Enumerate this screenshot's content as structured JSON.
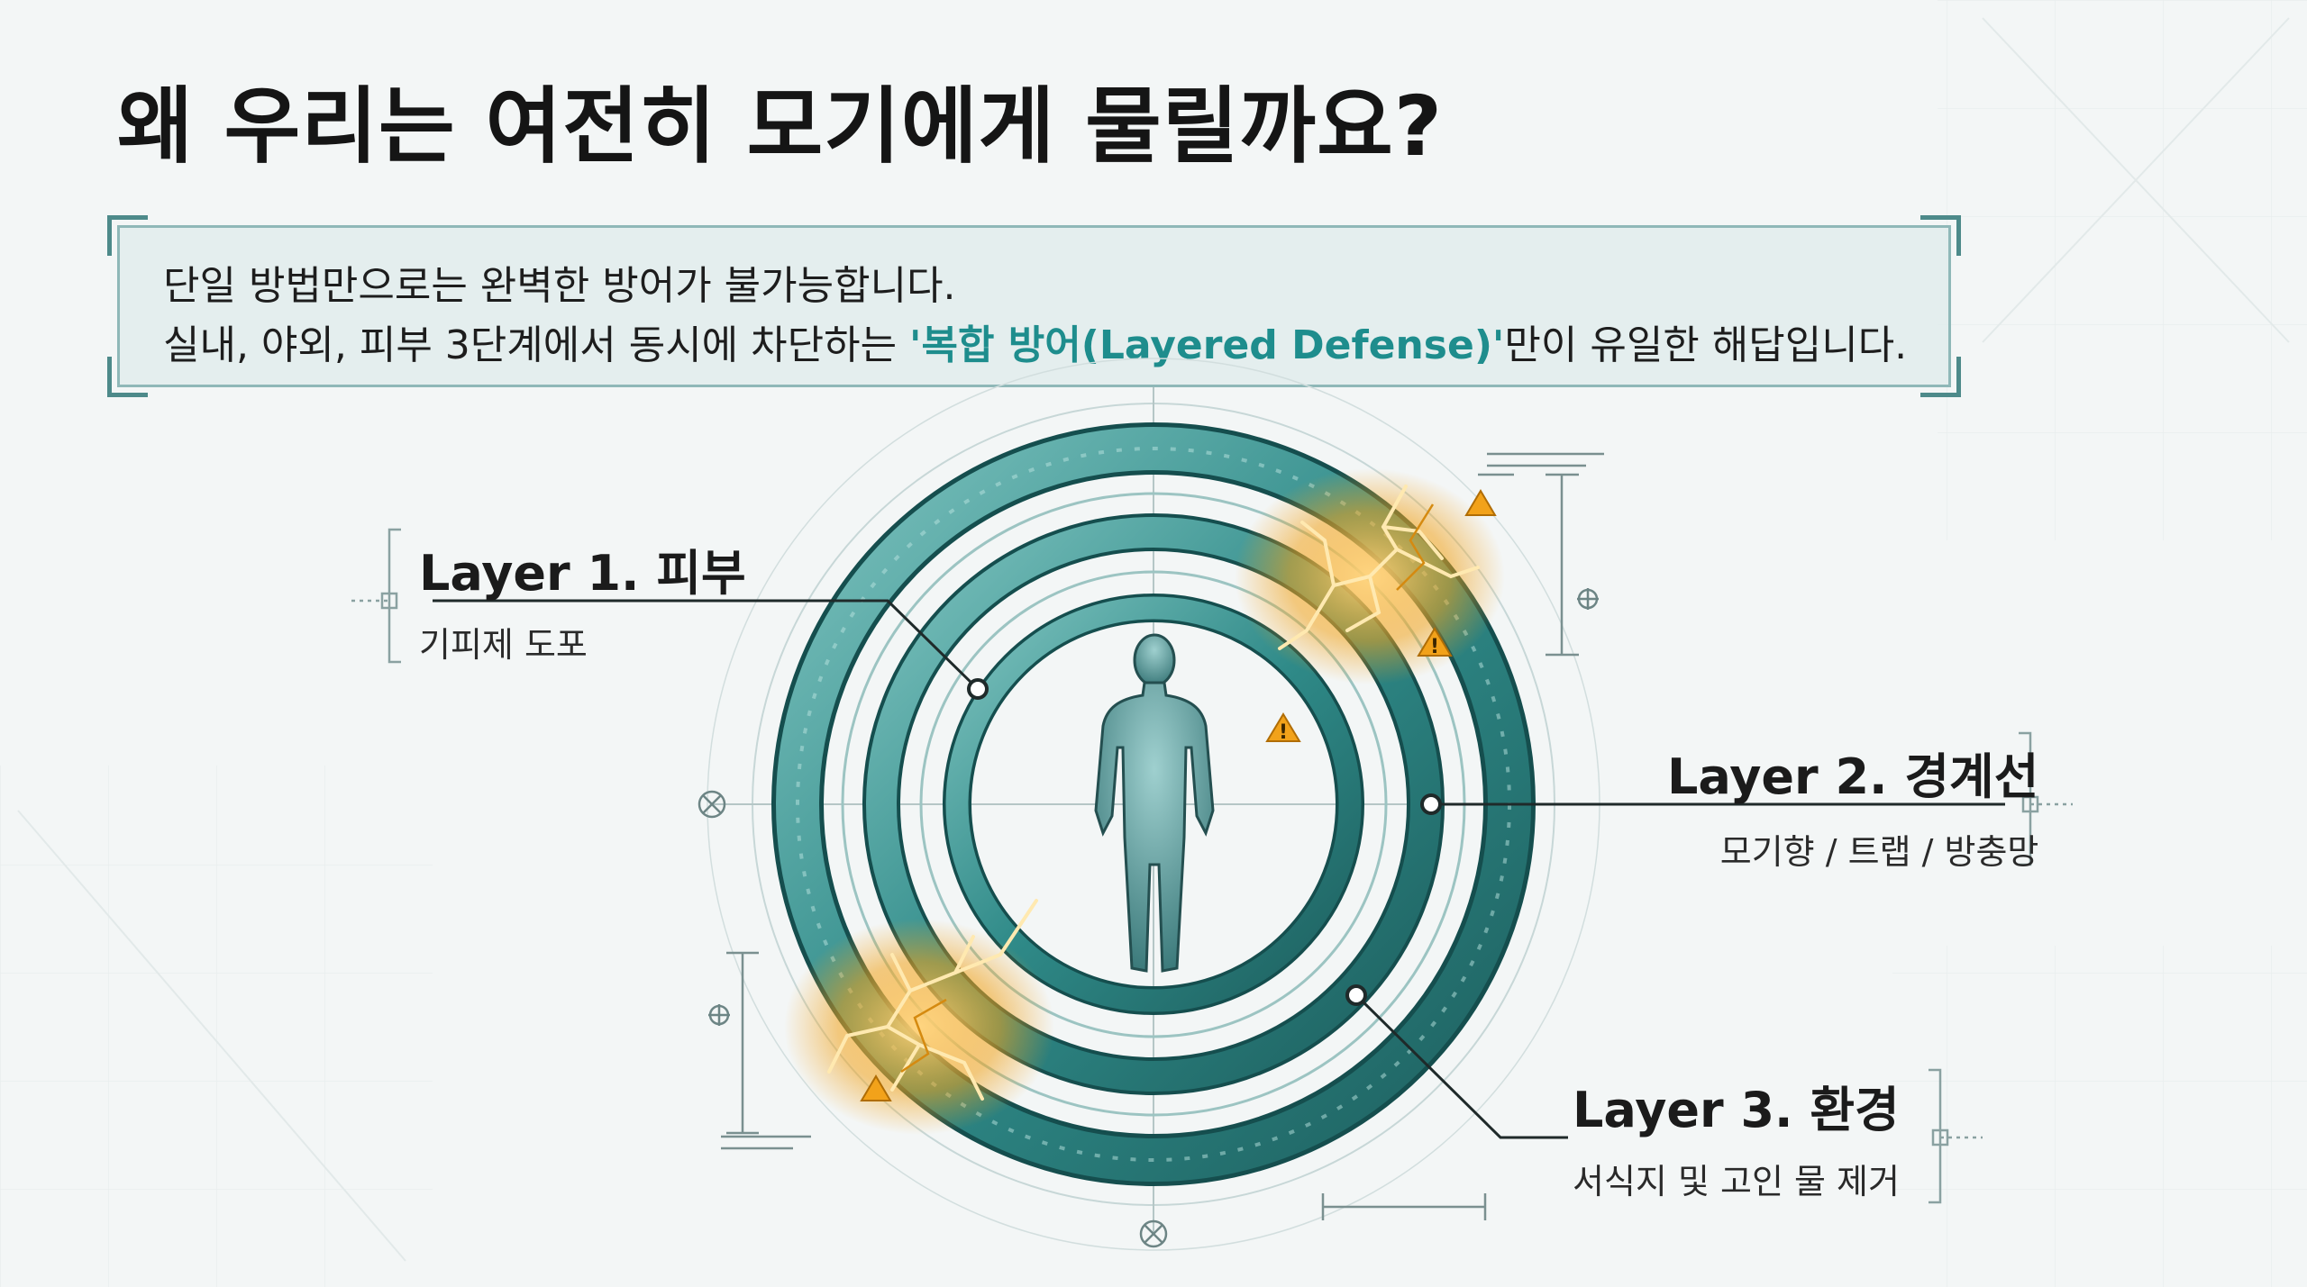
{
  "title": "왜 우리는 여전히 모기에게 물릴까요?",
  "callout": {
    "line1": "단일 방법만으로는 완벽한 방어가 불가능합니다.",
    "line2_prefix": "실내, 야외, 피부 3단계에서 동시에 차단하는 ",
    "line2_highlight": "'복합 방어(Layered Defense)'",
    "line2_suffix": "만이 유일한 해답입니다."
  },
  "layers": [
    {
      "title": "Layer 1. 피부",
      "subtitle": "기피제 도포"
    },
    {
      "title": "Layer 2. 경계선",
      "subtitle": "모기향 / 트랩 / 방충망"
    },
    {
      "title": "Layer 3. 환경",
      "subtitle": "서식지 및 고인 물 제거"
    }
  ],
  "colors": {
    "ring": "#2f8a88",
    "ring_light": "#8cc9c5",
    "ring_dark": "#1d5f5e",
    "crack": "#f2a21a",
    "highlight": "#1e8d8d",
    "figure": "#4a8f8f"
  },
  "icons": [
    "warning-icon",
    "crosshair-icon",
    "person-icon"
  ]
}
